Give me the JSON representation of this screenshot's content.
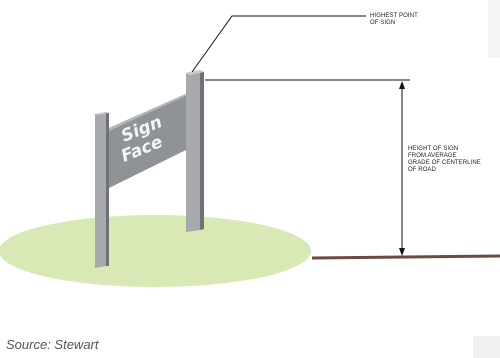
{
  "diagram": {
    "sign_face_line1": "Sign",
    "sign_face_line2": "Face",
    "callout_highest": [
      "HIGHEST POINT",
      "OF SIGN"
    ],
    "callout_height": [
      "HEIGHT OF SIGN",
      "FROM AVERAGE",
      "GRADE OF CENTERLINE",
      "OF ROAD"
    ]
  },
  "caption": "Source: Stewart",
  "colors": {
    "mound": "#d9e9b5",
    "post": "#a7a9ad",
    "post_dark": "#6f7275",
    "sign_face": "#8f9296",
    "road": "#6b4a42",
    "leader": "#111111"
  }
}
